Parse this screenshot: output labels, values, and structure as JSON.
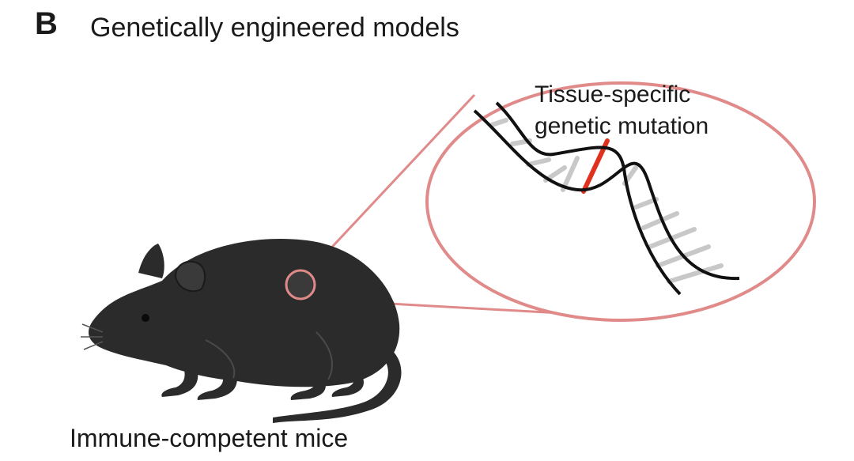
{
  "panel": {
    "letter": "B",
    "title": "Genetically engineered models"
  },
  "callout": {
    "line1": "Tissue-specific",
    "line2": "genetic mutation"
  },
  "caption": "Immune-competent mice",
  "colors": {
    "mouse": "#2b2b2b",
    "magnifier": "#e08a8a",
    "dna_strand": "#111111",
    "base_pair": "#c8c8c8",
    "mutation": "#e0301e"
  }
}
